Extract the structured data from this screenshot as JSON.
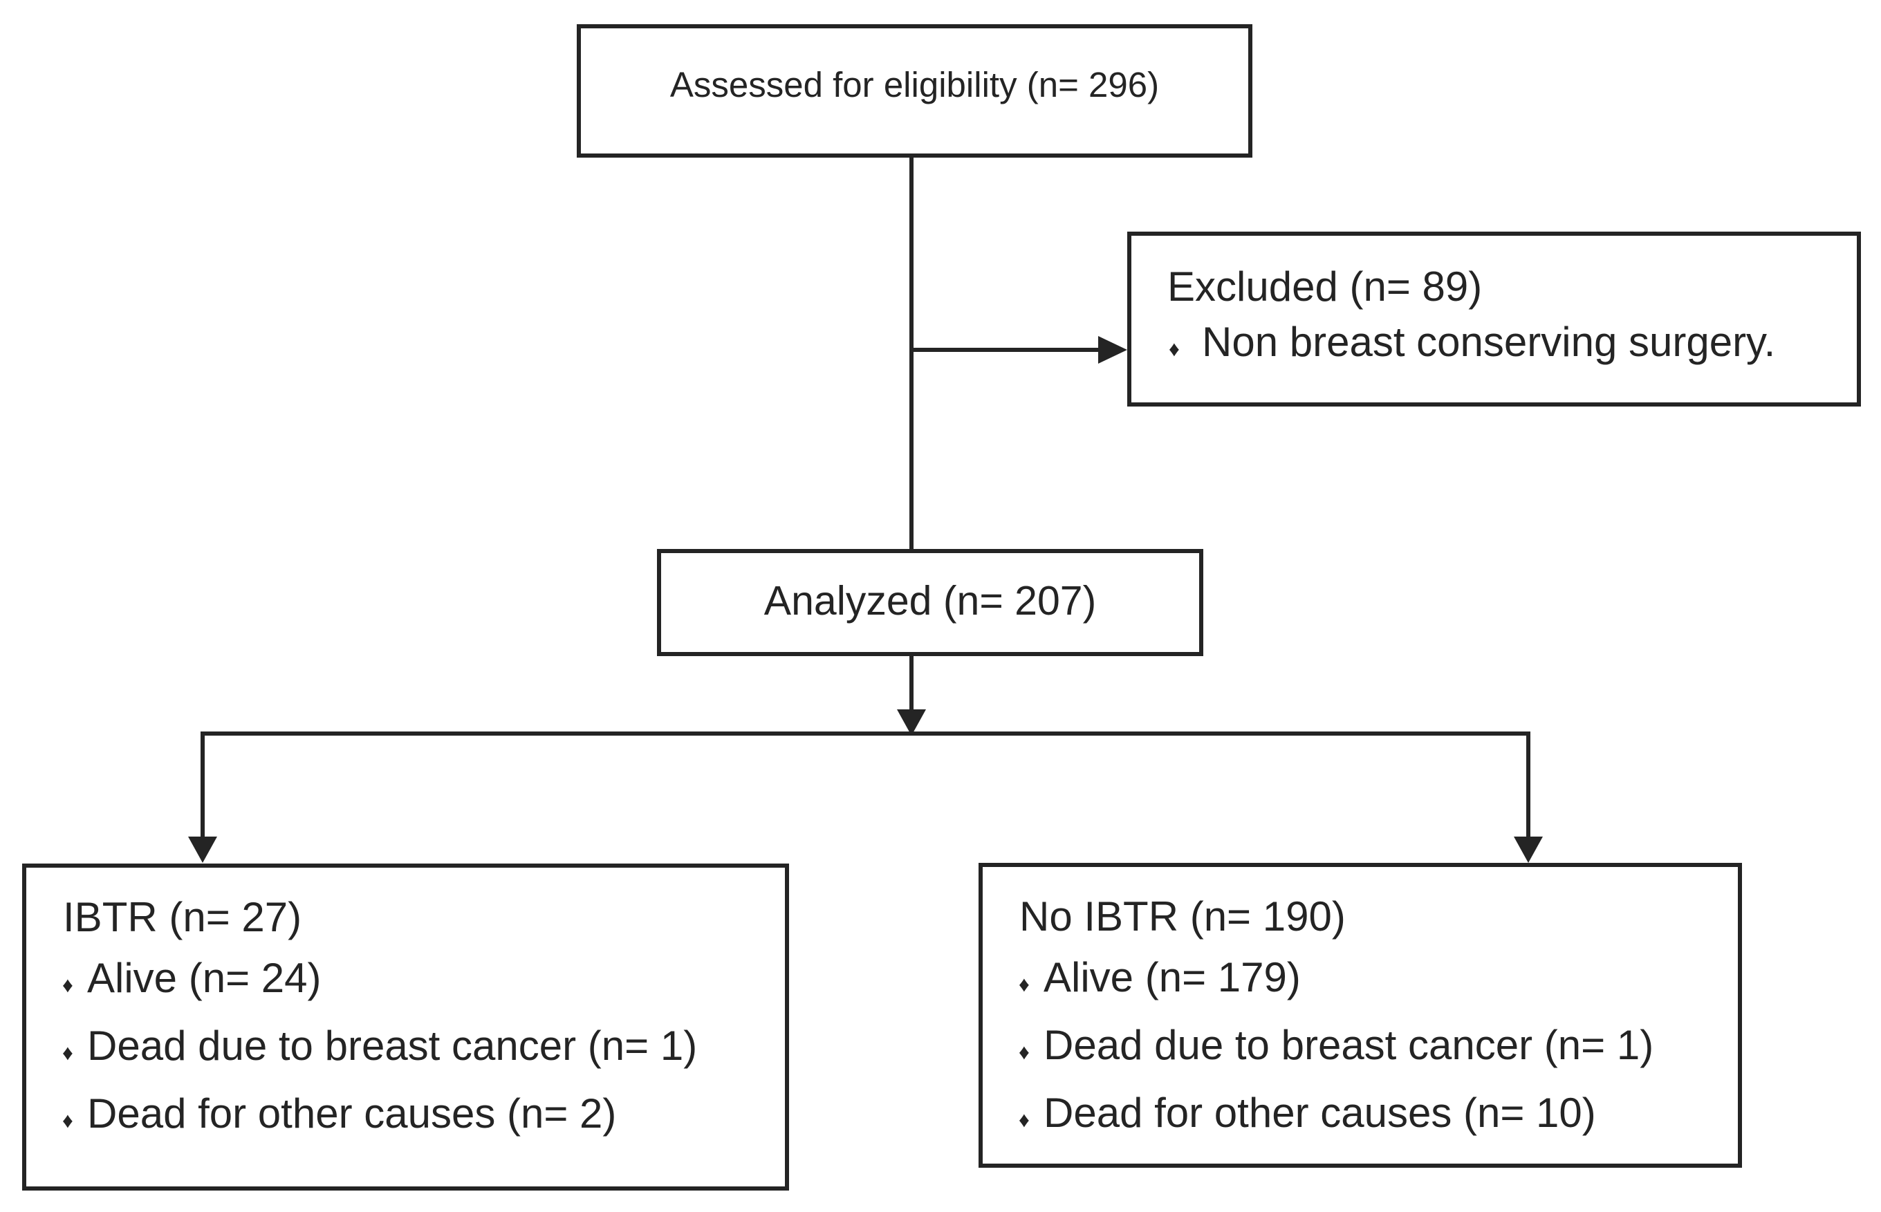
{
  "page": {
    "background": "#ffffff",
    "ink_color": "#242424"
  },
  "flowchart": {
    "assessed": {
      "label": "Assessed for eligibility (n= 296)"
    },
    "excluded": {
      "title": "Excluded (n= 89)",
      "bullet_glyph": "♦",
      "bullets": [
        "Non breast conserving surgery."
      ]
    },
    "analyzed": {
      "label": "Analyzed (n= 207)"
    },
    "ibtr": {
      "title": "IBTR (n= 27)",
      "bullet_glyph": "♦",
      "bullets": [
        "Alive (n= 24)",
        "Dead due to breast cancer (n= 1)",
        "Dead for other causes (n= 2)"
      ]
    },
    "no_ibtr": {
      "title": "No IBTR (n= 190)",
      "bullet_glyph": "♦",
      "bullets": [
        "Alive (n= 179)",
        "Dead due to breast cancer (n= 1)",
        "Dead for other causes (n= 10)"
      ]
    }
  }
}
